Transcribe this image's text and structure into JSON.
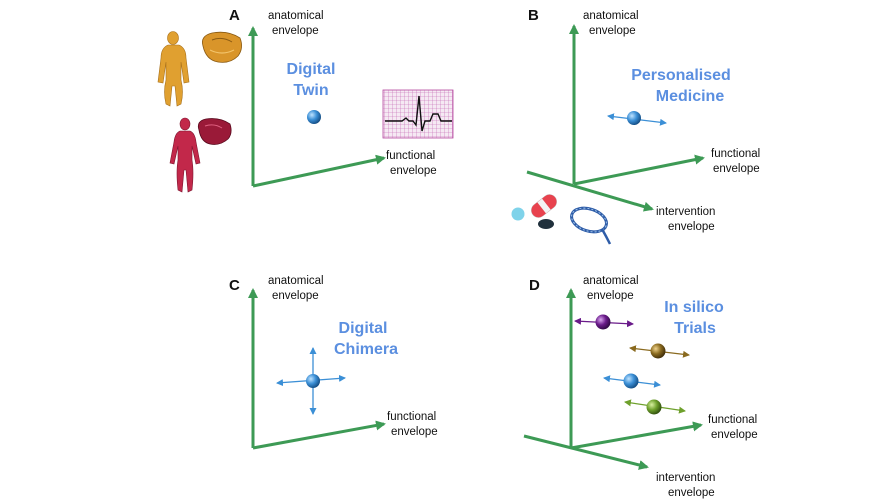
{
  "colors": {
    "axis": "#3d9a55",
    "concept": "#5b8fe0",
    "ball_blue": "#3b8fd6",
    "ball_purple": "#6a1b8a",
    "ball_brown": "#8a6a1f",
    "ball_green": "#6ea02c",
    "body_orange": "#e0a030",
    "body_red": "#c2284a"
  },
  "icons": [
    "female-body-orange-icon",
    "heart-orange-icon",
    "female-body-red-icon",
    "heart-red-icon",
    "ecg-strip-icon",
    "capsule-icon",
    "pill-icon",
    "stent-icon"
  ],
  "panels": {
    "A": {
      "letter": "A",
      "anatomical": [
        "anatomical",
        "envelope"
      ],
      "functional": [
        "functional",
        "envelope"
      ],
      "concept": [
        "Digital",
        "Twin"
      ]
    },
    "B": {
      "letter": "B",
      "anatomical": [
        "anatomical",
        "envelope"
      ],
      "functional": [
        "functional",
        "envelope"
      ],
      "intervention": [
        "intervention",
        "envelope"
      ],
      "concept": [
        "Personalised",
        "Medicine"
      ]
    },
    "C": {
      "letter": "C",
      "anatomical": [
        "anatomical",
        "envelope"
      ],
      "functional": [
        "functional",
        "envelope"
      ],
      "concept": [
        "Digital",
        "Chimera"
      ]
    },
    "D": {
      "letter": "D",
      "anatomical": [
        "anatomical",
        "envelope"
      ],
      "functional": [
        "functional",
        "envelope"
      ],
      "intervention": [
        "intervention",
        "envelope"
      ],
      "concept": [
        "In silico",
        "Trials"
      ]
    }
  }
}
